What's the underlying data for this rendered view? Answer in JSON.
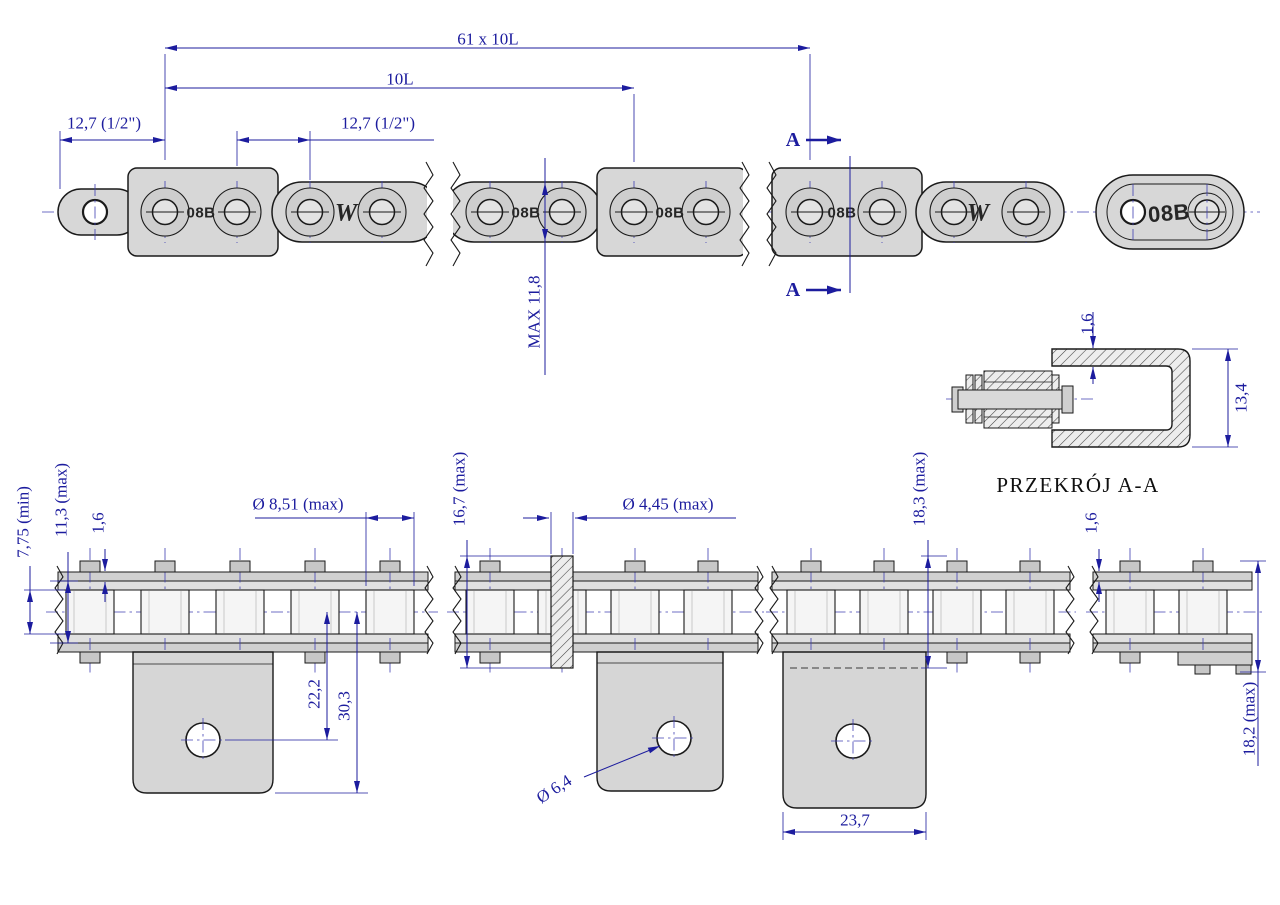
{
  "drawing": {
    "section_title": "PRZEKRÓJ A-A",
    "plate_stamp": "08B",
    "brand_mark": "W",
    "section_label": "A"
  },
  "dimensions": {
    "total_length": "61 x 10L",
    "ten_links": "10L",
    "pitch_left": "12,7 (1/2\")",
    "pitch_mid": "12,7 (1/2\")",
    "plate_height_max": "MAX 11,8",
    "bent_plate_thickness": "1,6",
    "bent_plate_inner_height": "13,4",
    "inner_width_min": "7,75 (min)",
    "inner_plate_overall": "11,3 (max)",
    "plate_thickness_left": "1,6",
    "roller_diameter": "Ø 8,51 (max)",
    "pin_length_max": "16,7 (max)",
    "pin_diameter": "Ø 4,45 (max)",
    "attachment_hole_diameter": "Ø 6,4",
    "hole_offset": "22,2",
    "attachment_depth": "30,3",
    "attachment_pin_length": "18,3 (max)",
    "attachment_width": "23,7",
    "plate_thickness_right": "1,6",
    "connecting_pin_length": "18,2 (max)"
  }
}
